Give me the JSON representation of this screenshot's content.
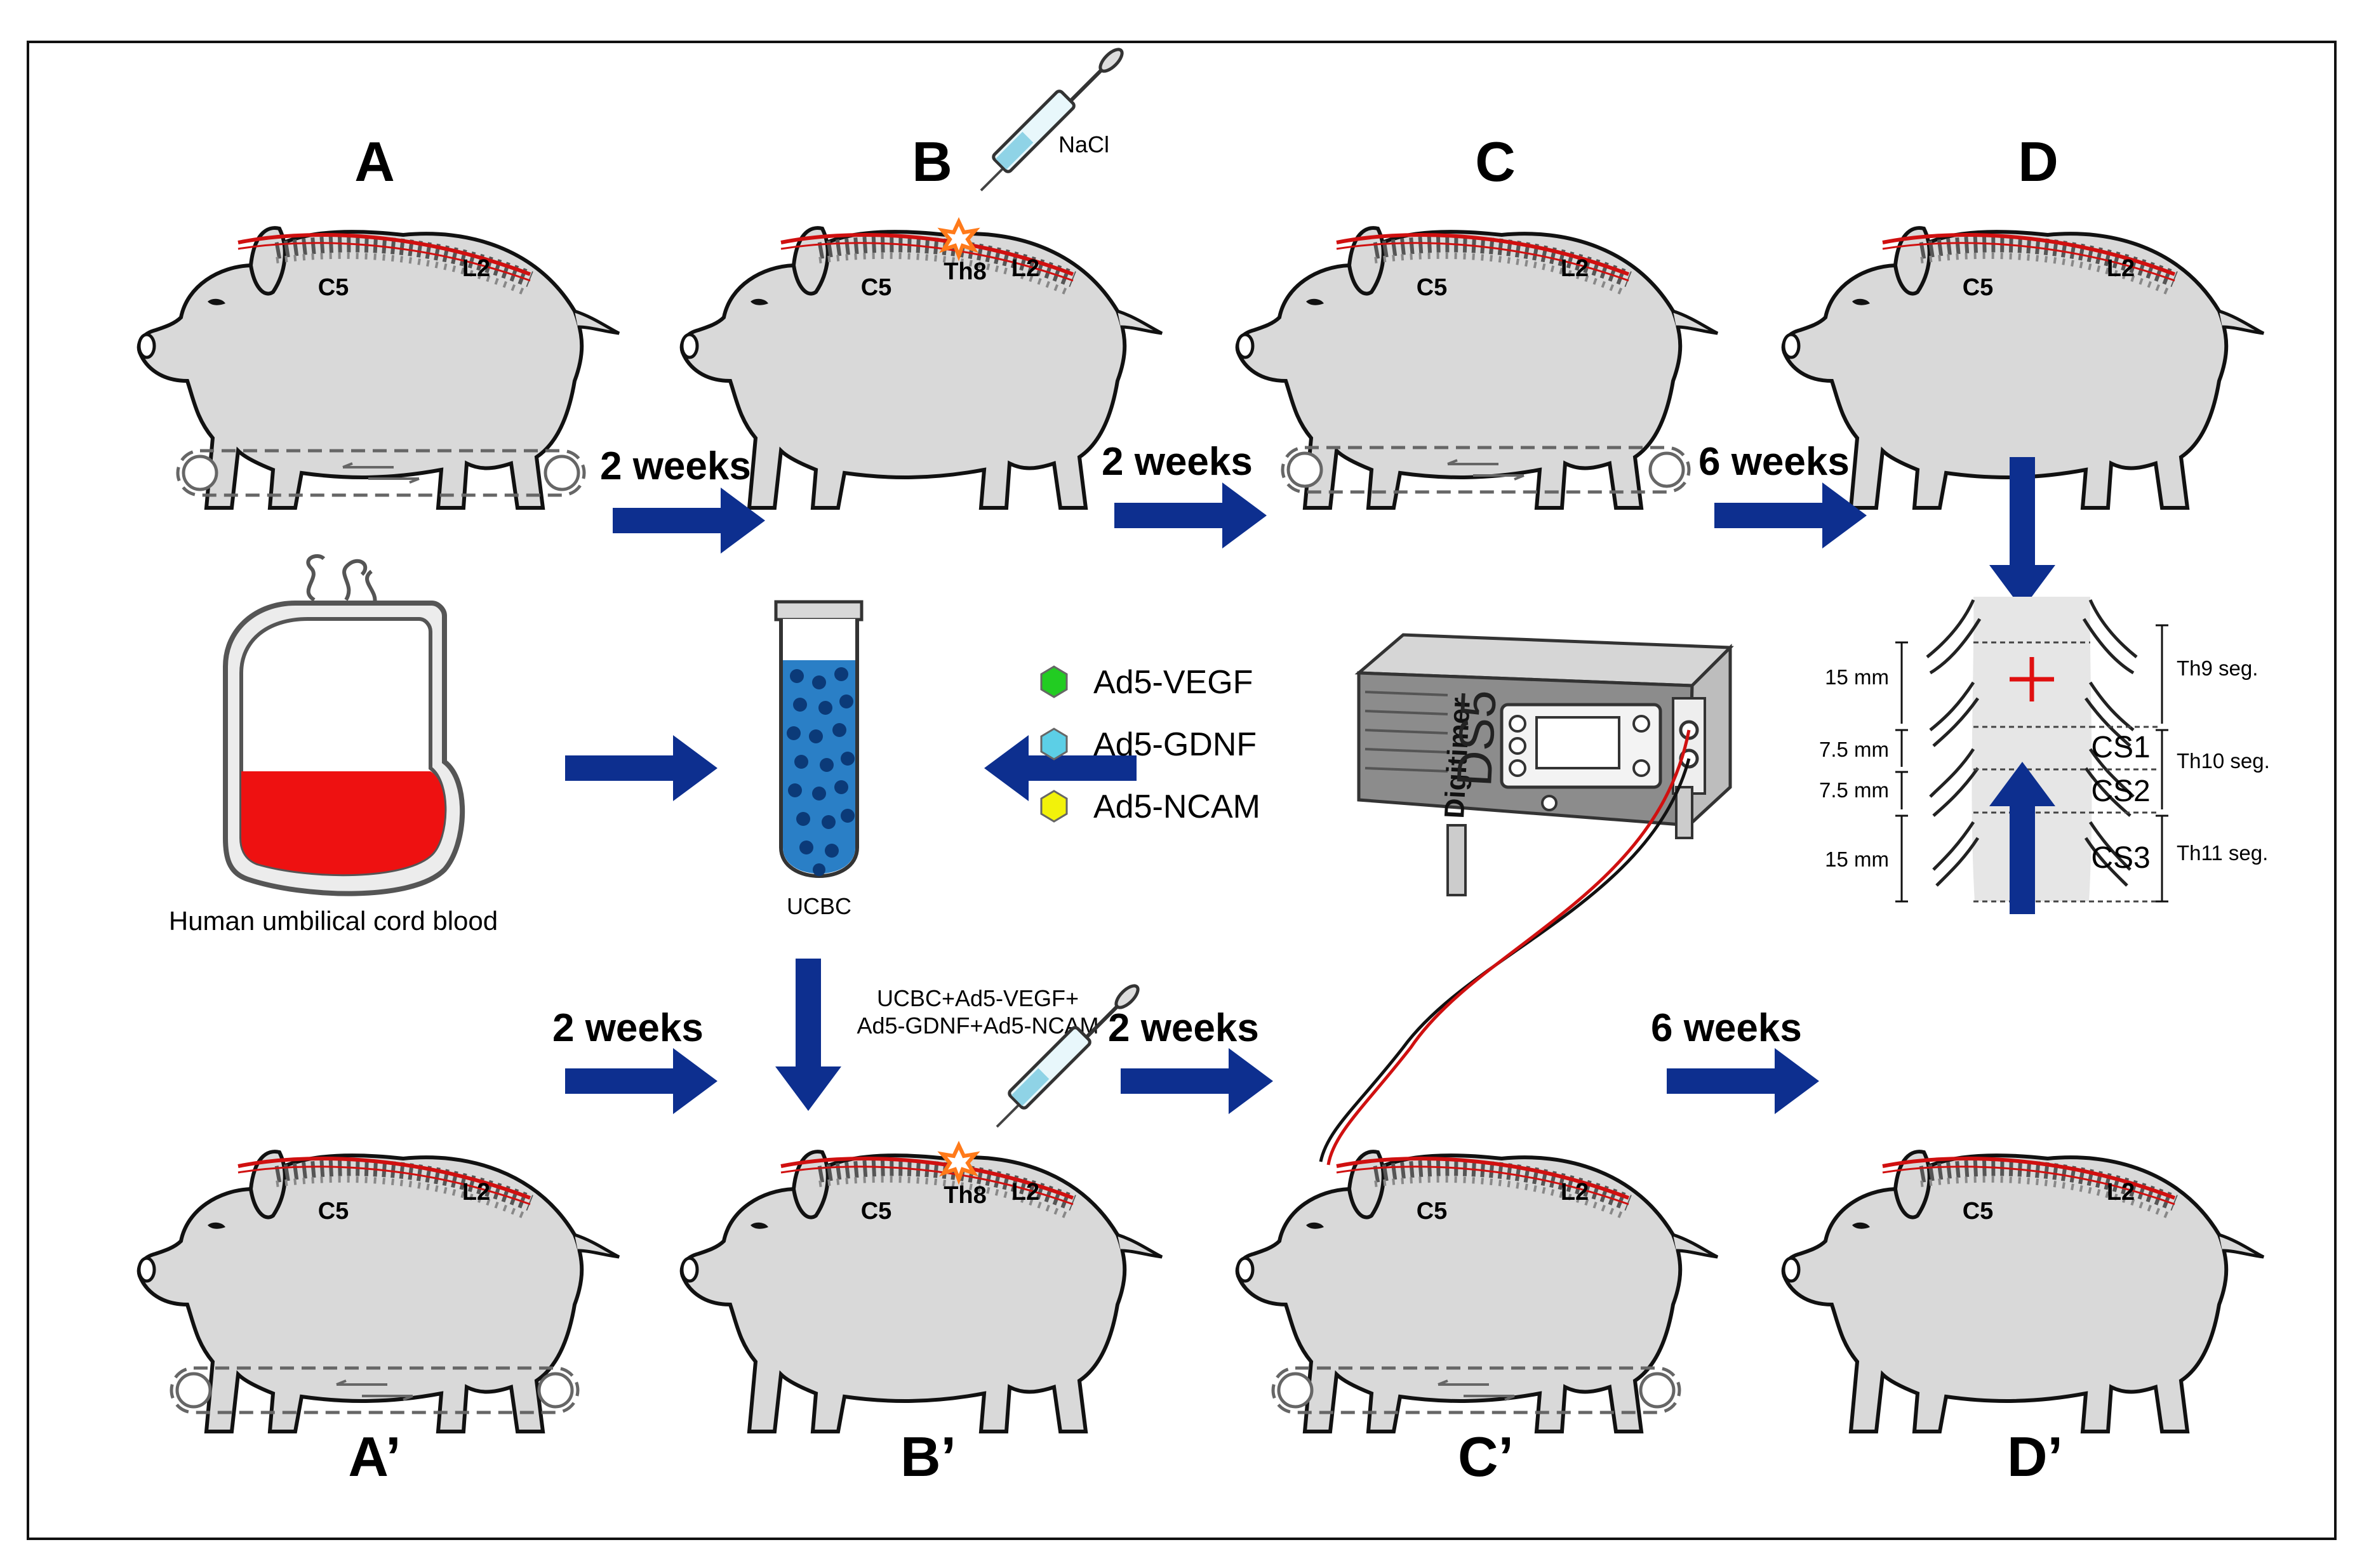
{
  "panels": {
    "A": "A",
    "B": "B",
    "C": "C",
    "D": "D",
    "A_prime": "A’",
    "B_prime": "B’",
    "C_prime": "C’",
    "D_prime": "D’"
  },
  "vertebrae": {
    "c5": "C5",
    "l2": "L2",
    "th8": "Th8"
  },
  "intervals": {
    "top_ab": "2 weeks",
    "top_bc": "2 weeks",
    "top_cd": "6 weeks",
    "bot_ab": "2 weeks",
    "bot_bc": "2 weeks",
    "bot_cd": "6 weeks"
  },
  "injections": {
    "saline": "NaCl",
    "therapy_line1": "UCBC+Ad5-VEGF+",
    "therapy_line2": "Ad5-GDNF+Ad5-NCAM"
  },
  "blood_bag_label": "Human umbilical cord blood",
  "tube_label": "UCBC",
  "vectors": [
    {
      "label": "Ad5-VEGF",
      "color": "#22cc22"
    },
    {
      "label": "Ad5-GDNF",
      "color": "#5ccfe6"
    },
    {
      "label": "Ad5-NCAM",
      "color": "#f2f20a"
    }
  ],
  "stimulator": {
    "brand": "Digitimer",
    "model": "DS5"
  },
  "spinal_segments": {
    "measurements": [
      "15 mm",
      "7.5 mm",
      "7.5 mm",
      "15 mm"
    ],
    "regions": [
      "CS1",
      "CS2",
      "CS3"
    ],
    "segments": [
      "Th9 seg.",
      "Th10 seg.",
      "Th11 seg."
    ]
  },
  "colors": {
    "arrow": "#0d2f8f",
    "blood": "#ee1111",
    "spine_red": "#d01010",
    "lesion": "#ff7a1a",
    "pig_fill": "#d9d9d9"
  }
}
